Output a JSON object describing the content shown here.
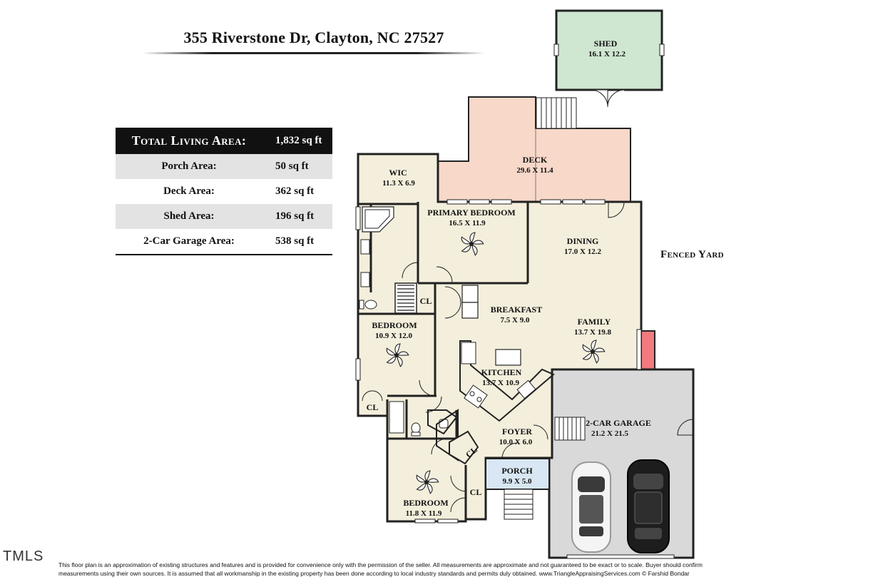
{
  "title": "355 Riverstone Dr, Clayton, NC 27527",
  "areas": {
    "total_label": "Total Living Area:",
    "total_value": "1,832 sq ft",
    "rows": [
      {
        "label": "Porch Area:",
        "value": "50 sq ft"
      },
      {
        "label": "Deck Area:",
        "value": "362 sq ft"
      },
      {
        "label": "Shed Area:",
        "value": "196 sq ft"
      },
      {
        "label": "2-Car Garage Area:",
        "value": "538 sq ft"
      }
    ]
  },
  "rooms": {
    "shed": {
      "name": "SHED",
      "dims": "16.1 X 12.2"
    },
    "deck": {
      "name": "DECK",
      "dims": "29.6 X 11.4"
    },
    "wic": {
      "name": "WIC",
      "dims": "11.3 X 6.9"
    },
    "primary_bedroom": {
      "name": "PRIMARY BEDROOM",
      "dims": "16.5 X 11.9"
    },
    "dining": {
      "name": "DINING",
      "dims": "17.0 X 12.2"
    },
    "breakfast": {
      "name": "BREAKFAST",
      "dims": "7.5 X 9.0"
    },
    "family": {
      "name": "FAMILY",
      "dims": "13.7 X 19.8"
    },
    "bedroom_2": {
      "name": "BEDROOM",
      "dims": "10.9 X 12.0"
    },
    "kitchen": {
      "name": "KITCHEN",
      "dims": "13.7 X 10.9"
    },
    "garage": {
      "name": "2-CAR GARAGE",
      "dims": "21.2 X 21.5"
    },
    "foyer": {
      "name": "FOYER",
      "dims": "10.0 X 6.0"
    },
    "porch": {
      "name": "PORCH",
      "dims": "9.9 X 5.0"
    },
    "bedroom_3": {
      "name": "BEDROOM",
      "dims": "11.8 X 11.9"
    },
    "closets": {
      "cl_1": "CL",
      "cl_2": "CL",
      "cl_3": "CL",
      "cl_4": "CL"
    }
  },
  "yard_label": "Fenced Yard",
  "mls_logo": "ΤΜLS",
  "disclaimer": {
    "line1": "This floor plan is an approximation of existing structures and features and is provided for convenience only with the permission of the seller.  All measurements are approximate and not guaranteed to be exact or to scale.  Buyer should confirm",
    "line2": "measurements using their own sources.  It is assumed that all workmanship in the existing property has been done according to local industry standards and permits duly obtained.       www.TriangleAppraisingServices.com     © Farshid Bondar"
  },
  "colors": {
    "living": "#f4efdc",
    "deck": "#f7d8c9",
    "shed": "#cfe6d1",
    "porch": "#d8e7f3",
    "garage": "#d9d9d9",
    "chimney": "#f07a7e",
    "wall": "#222222"
  },
  "icons": [
    "ceiling-fan-icon",
    "car-icon",
    "bathtub-icon",
    "toilet-icon",
    "stairs-icon"
  ]
}
